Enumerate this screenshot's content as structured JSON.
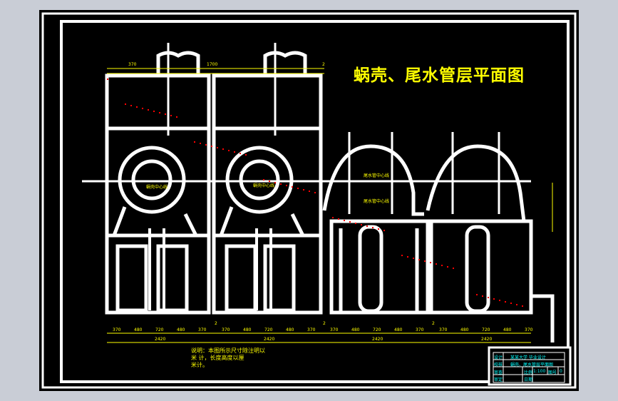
{
  "drawing": {
    "title": "蜗壳、尾水管层平面图",
    "notes": [
      "说明：本图所示尺寸除注明以",
      "米      计，长度高度以厘",
      "米计。"
    ],
    "unit_labels": [
      "蜗壳中心线",
      "蜗壳中心线",
      "尾水管中心线",
      "尾水管中心线"
    ],
    "bottom_dimensions": {
      "segments": [
        "370",
        "480",
        "720",
        "480",
        "370"
      ],
      "totals": [
        "2420",
        "2420",
        "2420",
        "2420"
      ],
      "gap_label": "2"
    },
    "top_dimensions": [
      "370",
      "1700",
      "2"
    ],
    "title_block": {
      "rows": [
        {
          "label": "设计",
          "value": "某某大学 毕业设计"
        },
        {
          "label": "校核",
          "value": "蜗壳、尾水管层平面图"
        },
        {
          "label": "审查",
          "scale_label": "比例",
          "scale": "1:100",
          "sheet_label": "图号",
          "sheet": "0"
        },
        {
          "label": "审定",
          "date_label": "日期"
        }
      ]
    }
  },
  "colors": {
    "background": "#000000",
    "lines": "#ffffff",
    "text": "#ffff00",
    "title_block_text": "#00ffff",
    "markers": "#ff0000",
    "window": "#c9cdd6"
  }
}
